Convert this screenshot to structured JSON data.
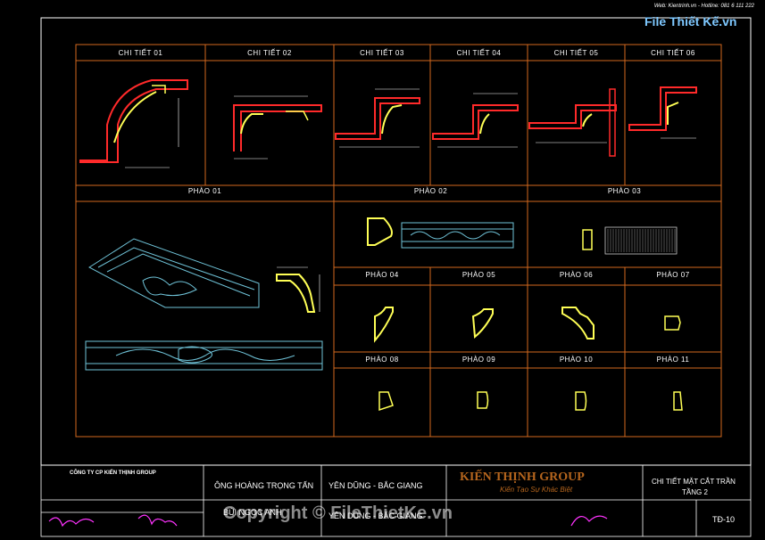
{
  "site": {
    "web_line": "Web: Kientrinh.vn - Hotline: 081 6 111 222",
    "logo_text": "File Thiết Kế.vn",
    "watermark": "Copyright © FileThietKe.vn"
  },
  "details_row": {
    "titles": [
      "CHI TIẾT 01",
      "CHI TIẾT 02",
      "CHI TIẾT 03",
      "CHI TIẾT 04",
      "CHI TIẾT 05",
      "CHI TIẾT 06"
    ]
  },
  "moldings": {
    "phao_01": "PHÀO 01",
    "phao_02": "PHÀO 02",
    "phao_03": "PHÀO 03",
    "phao_04": "PHÀO 04",
    "phao_05": "PHÀO 05",
    "phao_06": "PHÀO 06",
    "phao_07": "PHÀO 07",
    "phao_08": "PHÀO 08",
    "phao_09": "PHÀO 09",
    "phao_10": "PHÀO 10",
    "phao_11": "PHÀO 11"
  },
  "title_block": {
    "company": "CÔNG TY CP KIẾN THỊNH GROUP",
    "owner": "ÔNG HOÀNG TRỌNG TẤN",
    "designer": "BÙI NGỌC ANH",
    "location_1": "YÊN DŨNG - BẮC GIANG",
    "location_2": "YÊN DŨNG - BẮC GIANG",
    "brand": "KIẾN THỊNH GROUP",
    "brand_slogan": "Kiến Tạo Sự Khác Biệt",
    "drawing_title_1": "CHI TIẾT MẶT CẮT TRẦN",
    "drawing_title_2": "TẦNG 2",
    "sheet_no": "TĐ-10"
  },
  "colors": {
    "frame": "#d2691e",
    "border": "#ffffff",
    "wall": "#ff2a2a",
    "profile": "#ffff55",
    "ornament": "#6fc3d8",
    "dimension": "#ffffff",
    "signature": "#ff33ff",
    "brand": "#b5651d"
  }
}
